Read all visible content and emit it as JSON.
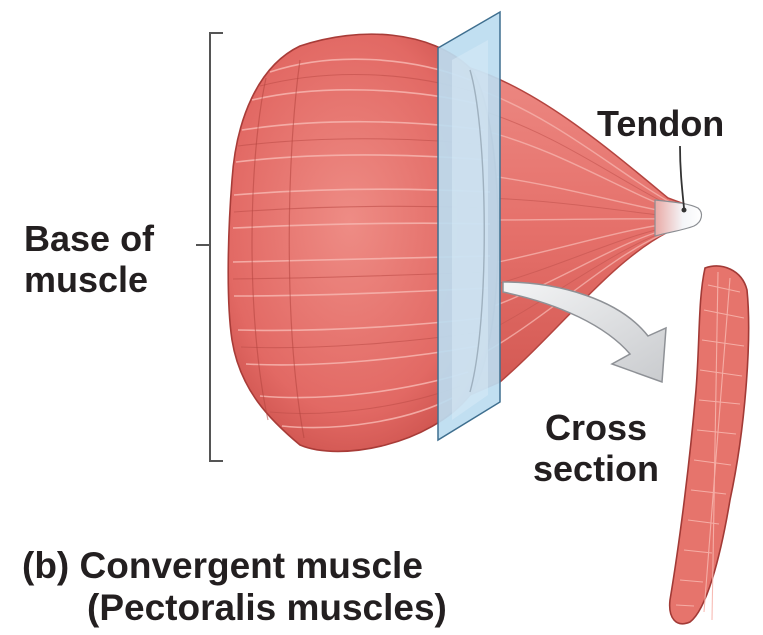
{
  "labels": {
    "tendon": "Tendon",
    "base_line1": "Base of",
    "base_line2": "muscle",
    "cross_line1": "Cross",
    "cross_line2": "section"
  },
  "caption": {
    "line1": "(b) Convergent muscle",
    "line2": "(Pectoralis muscles)"
  },
  "colors": {
    "muscle": "#e46d68",
    "muscle_light": "#f2a39c",
    "muscle_dark": "#b9433f",
    "tendon": "#eef0f4",
    "section_plane": "#bcdcf0",
    "arrow": "#d4d6d9",
    "text": "#231f20"
  }
}
